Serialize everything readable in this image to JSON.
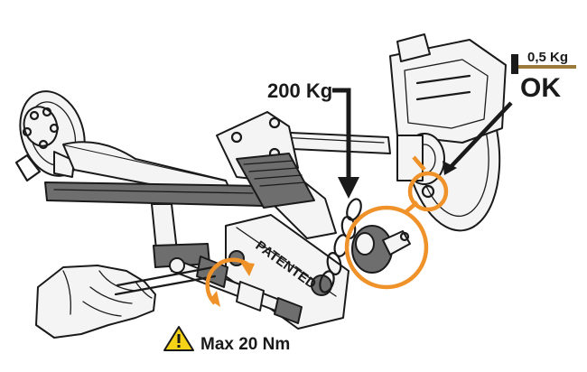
{
  "labels": {
    "load": "200 Kg",
    "weight": "0,5 Kg",
    "status": "OK",
    "patent": "PATENTED",
    "torque": "Max 20 Nm"
  },
  "colors": {
    "accent_orange": "#f0922a",
    "ink": "#1a1a1a",
    "weight_bar": "#9c7a3c",
    "warning_yellow": "#f5d418"
  },
  "icons": [
    "down-arrow-icon",
    "weight-icon",
    "warning-triangle-icon",
    "rotation-arrow-icon",
    "pointer-arrow-icon"
  ]
}
